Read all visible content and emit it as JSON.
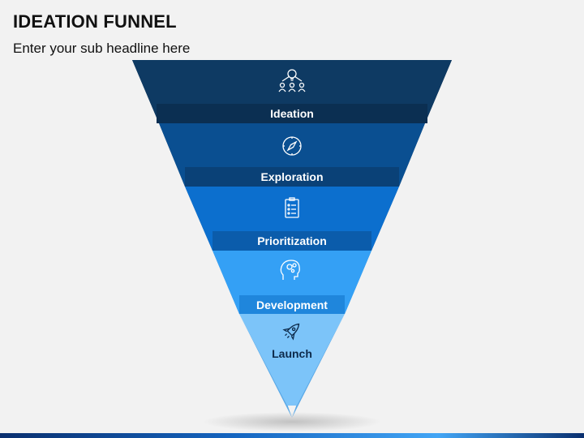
{
  "header": {
    "title": "IDEATION FUNNEL",
    "subtitle": "Enter your sub headline here"
  },
  "stages": [
    {
      "label": "Ideation",
      "icon": "ideation-team-icon",
      "color": "#0e3a63",
      "band": "#0b2f52",
      "side": "#082440"
    },
    {
      "label": "Exploration",
      "icon": "compass-icon",
      "color": "#0a4f91",
      "band": "#0a4177",
      "side": "#083563"
    },
    {
      "label": "Prioritization",
      "icon": "checklist-icon",
      "color": "#0c6fce",
      "band": "#0b5cab",
      "side": "#094e93"
    },
    {
      "label": "Development",
      "icon": "head-gears-icon",
      "color": "#34a0f5",
      "band": "#1f86dc",
      "side": "#2485d3"
    },
    {
      "label": "Launch",
      "icon": "rocket-icon",
      "color": "#7cc4f9",
      "band": "#7cc4f9",
      "side": "#5aa8e6"
    }
  ],
  "colors": {
    "background": "#f2f2f2",
    "title": "#111111",
    "label": "#ffffff"
  }
}
